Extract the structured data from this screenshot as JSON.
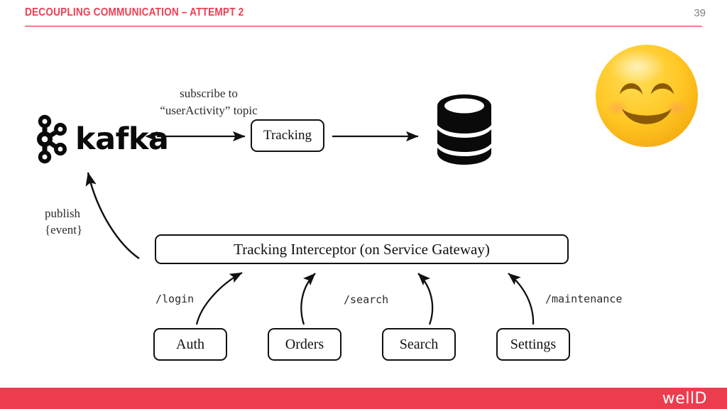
{
  "header": {
    "title": "DECOUPLING COMMUNICATION – ATTEMPT 2",
    "page_number": "39",
    "accent_color": "#ef3e52",
    "rule_color": "#ef8090"
  },
  "footer": {
    "logo_text": "wellD",
    "bar_color": "#ee3c4f",
    "logo_color": "#ffffff"
  },
  "diagram": {
    "kafka": {
      "wordmark": "kafka",
      "icon_name": "kafka-logo-icon"
    },
    "database": {
      "icon_name": "database-cylinder-icon"
    },
    "emoji": {
      "name": "smiling-face-with-smiling-eyes-emoji",
      "glyph": "😊"
    },
    "nodes": {
      "tracking": "Tracking",
      "interceptor": "Tracking Interceptor (on Service Gateway)"
    },
    "services": [
      {
        "label": "Auth"
      },
      {
        "label": "Orders"
      },
      {
        "label": "Search"
      },
      {
        "label": "Settings"
      }
    ],
    "annotations": {
      "subscribe_line1": "subscribe to",
      "subscribe_line2": "“userActivity” topic",
      "publish_line1": "publish",
      "publish_line2": "{event}"
    },
    "routes": [
      {
        "label": "/login"
      },
      {
        "label": "/search"
      },
      {
        "label": "/maintenance"
      }
    ],
    "stroke_color": "#111111"
  }
}
